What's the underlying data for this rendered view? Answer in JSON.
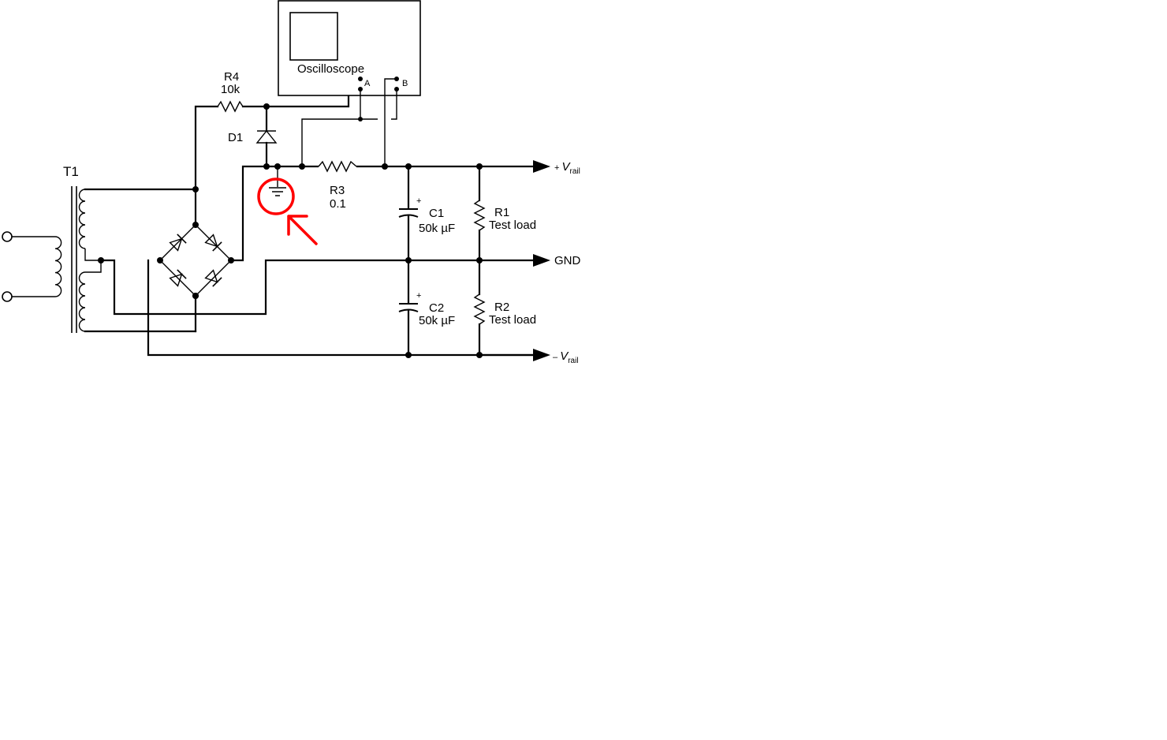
{
  "transformer": {
    "label": "T1"
  },
  "oscilloscope": {
    "label": "Oscilloscope",
    "channel_a": "A",
    "channel_b": "B"
  },
  "r4": {
    "name": "R4",
    "value": "10k"
  },
  "d1": {
    "name": "D1"
  },
  "r3": {
    "name": "R3",
    "value": "0.1"
  },
  "c1": {
    "name": "C1",
    "value": "50k µF",
    "polarity": "+"
  },
  "c2": {
    "name": "C2",
    "value": "50k µF",
    "polarity": "+"
  },
  "r1": {
    "name": "R1",
    "value": "Test load"
  },
  "r2": {
    "name": "R2",
    "value": "Test load"
  },
  "outputs": {
    "pos_prefix": "+ ",
    "pos_symbol": "V",
    "pos_subscript": "rail",
    "gnd": "GND",
    "neg_prefix": "– ",
    "neg_symbol": "V",
    "neg_subscript": "rail"
  },
  "annotation": {
    "color": "#ff0000",
    "meaning": "ground-symbol-circled-with-arrow"
  }
}
